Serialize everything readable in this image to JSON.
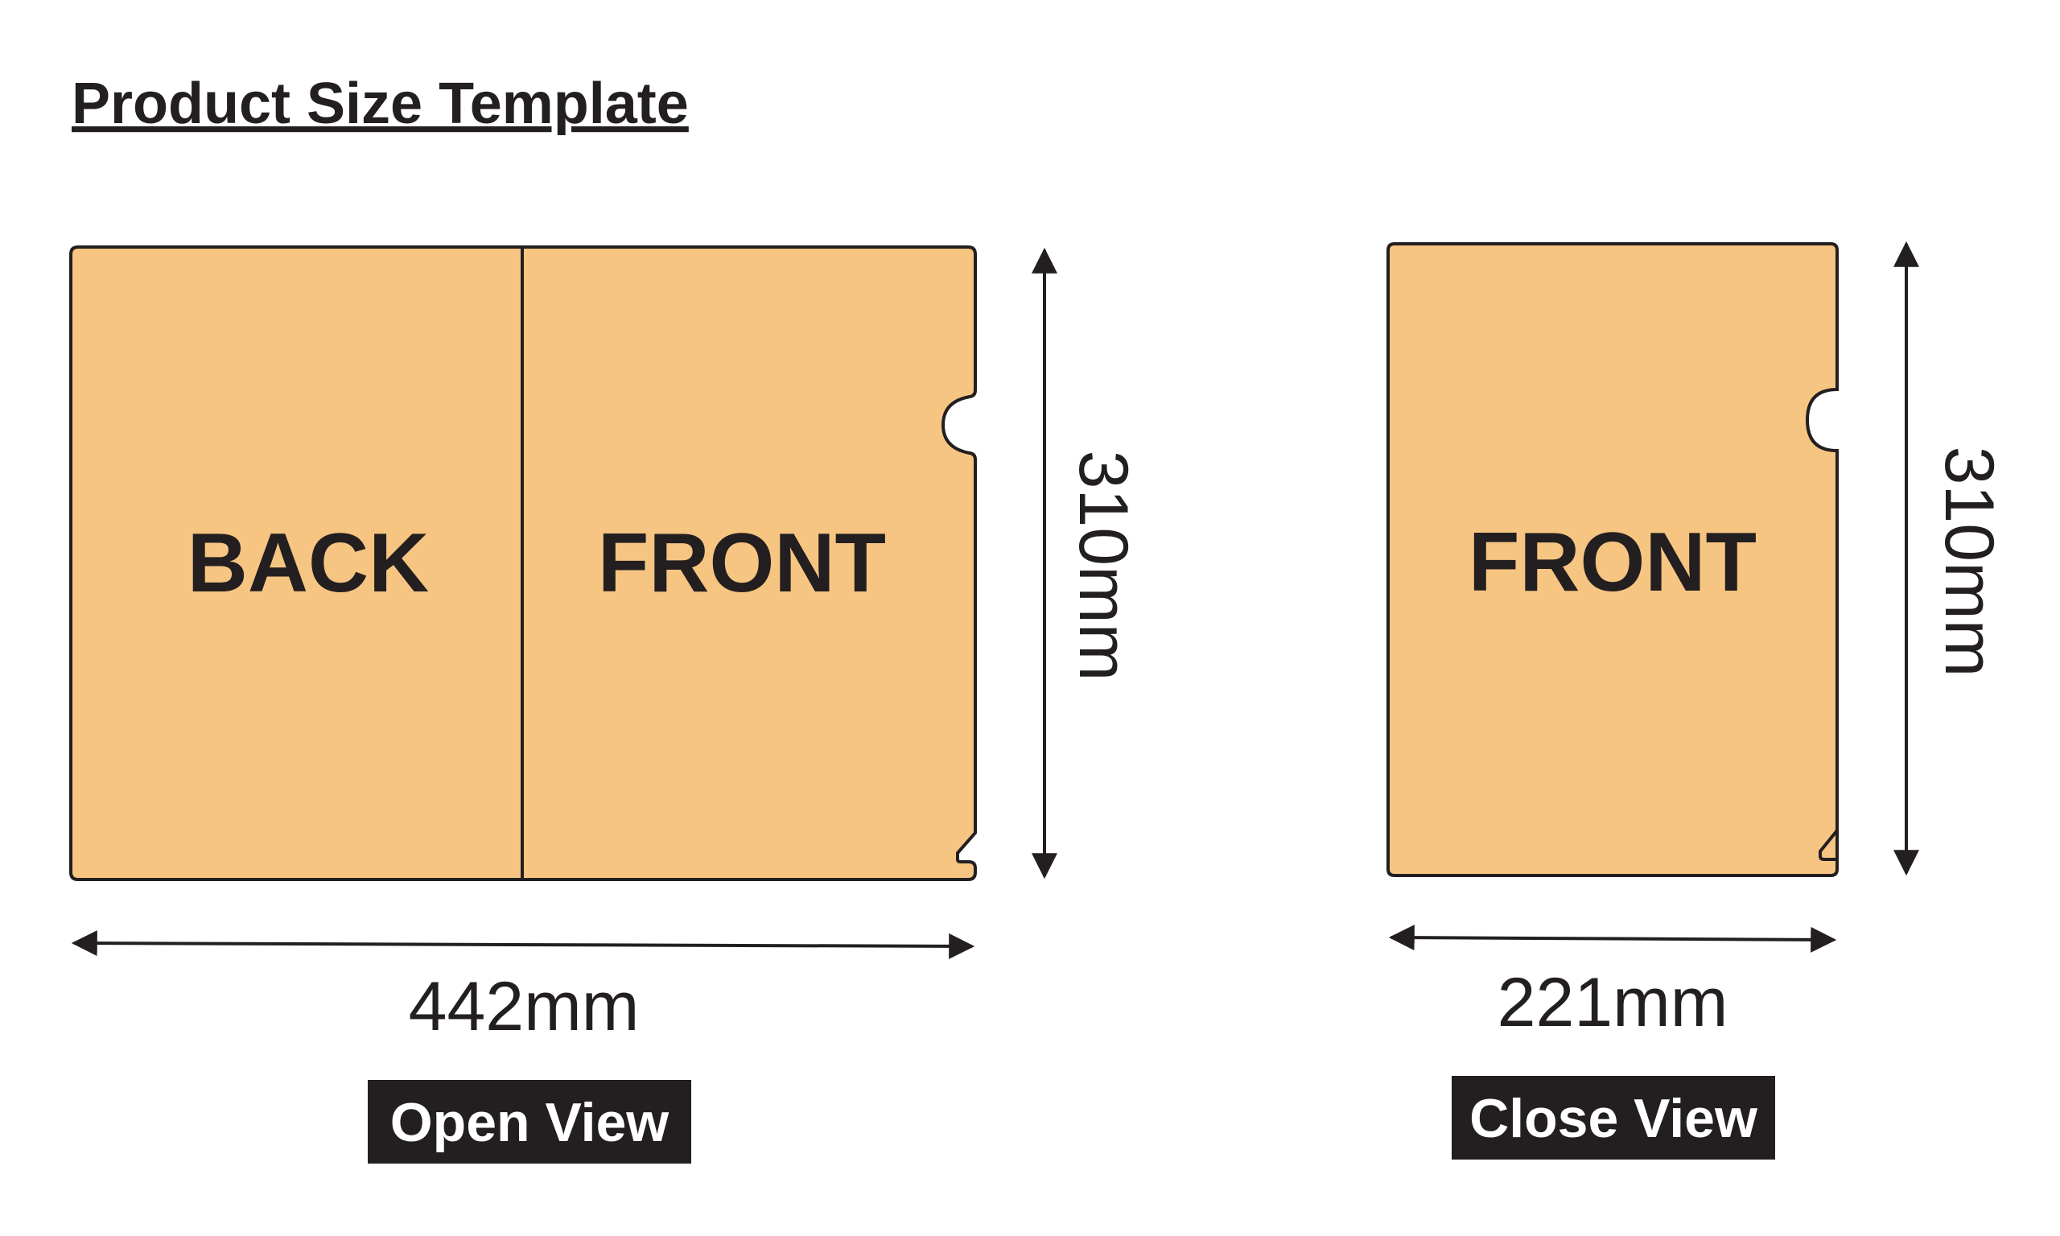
{
  "title": "Product Size Template",
  "colors": {
    "panel_fill": "#F7C582",
    "outline": "#231F20",
    "text": "#231F20",
    "badge_bg": "#231F20",
    "badge_text": "#FFFFFF"
  },
  "open_view": {
    "back_label": "BACK",
    "front_label": "FRONT",
    "width_label": "442mm",
    "height_label": "310mm",
    "view_label": "Open View"
  },
  "close_view": {
    "front_label": "FRONT",
    "width_label": "221mm",
    "height_label": "310mm",
    "view_label": "Close View"
  }
}
